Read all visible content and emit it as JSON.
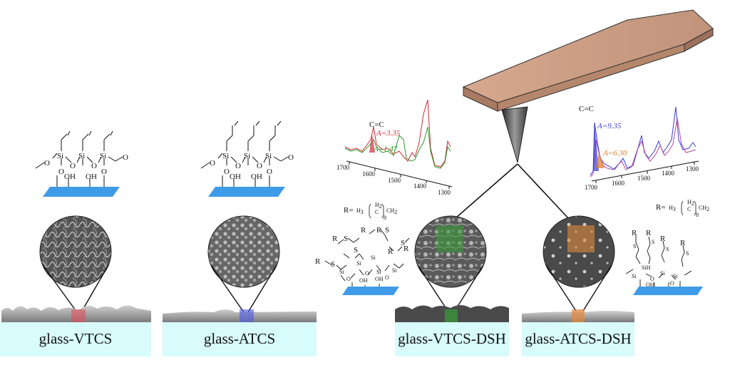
{
  "samples": [
    {
      "label": "glass-VTCS",
      "marker_color": "#e05060"
    },
    {
      "label": "glass-ATCS",
      "marker_color": "#5560e0"
    },
    {
      "label": "glass-VTCS-DSH",
      "marker_color": "#3a9a3a"
    },
    {
      "label": "glass-ATCS-DSH",
      "marker_color": "#e08a40"
    }
  ],
  "chem": {
    "si": "Si",
    "o": "O",
    "oh": "OH",
    "s": "S",
    "r": "R",
    "sih": "SiH",
    "r_eq": "R=",
    "h2": "H",
    "h2_sub": "2",
    "c": "C",
    "h3c": "H",
    "ch2": "CH",
    "sub3": "3",
    "sub2": "2",
    "sub8": "8"
  },
  "spectrum_left": {
    "peak_label": "C=C",
    "a_red": "A=3.35",
    "a_green": "A=1.47",
    "ticks": [
      "1700",
      "1600",
      "1500",
      "1400",
      "1300"
    ],
    "red_color": "#d42a3a",
    "green_color": "#2a9a2a"
  },
  "spectrum_right": {
    "peak_label": "C=C",
    "a_blue": "A=9.35",
    "a_orange": "A=6.30",
    "ticks": [
      "1700",
      "1600",
      "1500",
      "1400",
      "1300"
    ],
    "blue_color": "#3a3ad4",
    "orange_color": "#e0782a"
  },
  "colors": {
    "substrate_blue": "#3f9be8",
    "label_box": "#d8fbfb",
    "cantilever": "#c89a82"
  }
}
